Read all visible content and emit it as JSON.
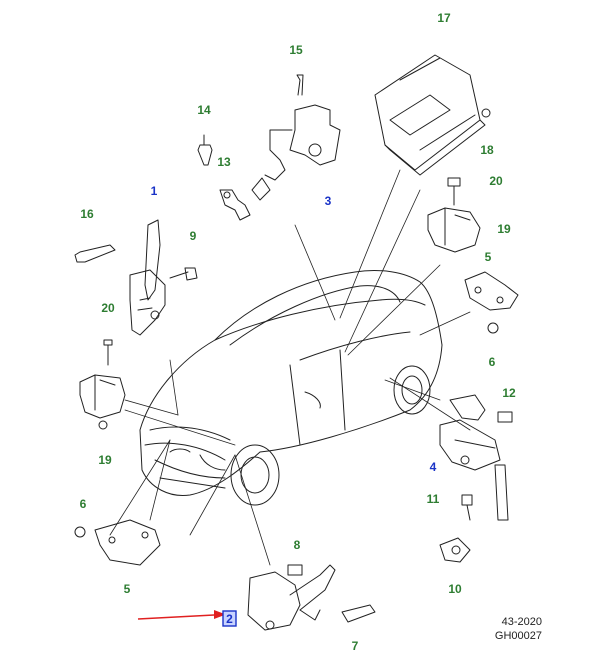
{
  "callouts": {
    "c17": "17",
    "c15": "15",
    "c14": "14",
    "c13": "13",
    "c3": "3",
    "c18": "18",
    "c1": "1",
    "c16": "16",
    "c9": "9",
    "c20a": "20",
    "c19a": "19",
    "c20b": "20",
    "c19b": "19",
    "c5a": "5",
    "c6a": "6",
    "c12": "12",
    "c4": "4",
    "c11": "11",
    "c10": "10",
    "c6b": "6",
    "c5b": "5",
    "c8": "8",
    "c2": "2",
    "c7": "7"
  },
  "reference": {
    "code": "43-2020",
    "drawing": "GH00027"
  },
  "colors": {
    "callout_green": "#2e7d32",
    "callout_blue": "#1a33c7",
    "arrow_red": "#e02020",
    "highlight": "#1a33c7"
  }
}
